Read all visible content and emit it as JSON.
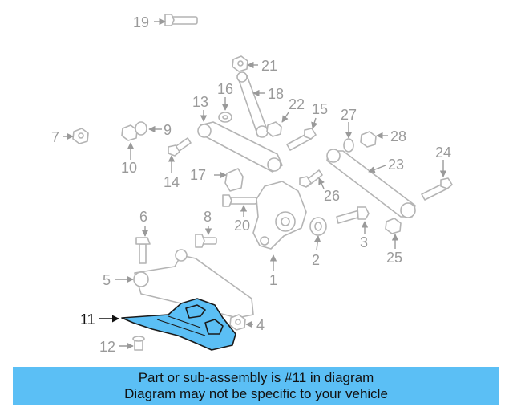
{
  "diagram": {
    "highlighted_part": "11",
    "callouts": [
      "1",
      "2",
      "3",
      "4",
      "5",
      "6",
      "7",
      "8",
      "9",
      "10",
      "11",
      "12",
      "13",
      "14",
      "15",
      "16",
      "17",
      "18",
      "19",
      "20",
      "21",
      "22",
      "23",
      "24",
      "25",
      "26",
      "27",
      "28"
    ]
  },
  "banner": {
    "line1": "Part or sub-assembly is #11 in diagram",
    "line2": "Diagram may not be specific to your vehicle"
  },
  "colors": {
    "highlight": "#5bbff5",
    "line_art": "#b4b4b4",
    "callout_text": "#9a9a9a",
    "highlight_callout_text": "#111111"
  }
}
